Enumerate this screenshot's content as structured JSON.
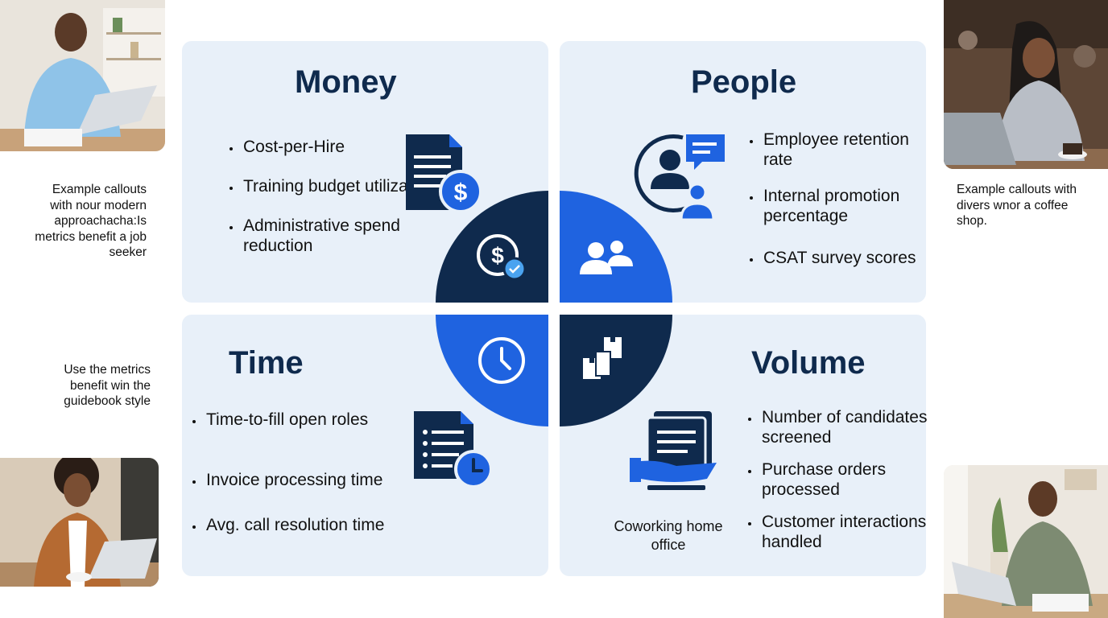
{
  "side_notes": {
    "left_1": "Example callouts with nour modern approachacha:Is metrics benefit a job seeker",
    "left_2": "Use the metrics benefit win the guidebook style",
    "right_1": "Example callouts with divers wnor a coffee shop."
  },
  "quadrants": {
    "money": {
      "title": "Money",
      "items": [
        "Cost-per-Hire",
        "Training budget utilization",
        "Administrative spend reduction"
      ]
    },
    "people": {
      "title": "People",
      "items": [
        "Employee retention rate",
        "Internal promotion percentage",
        "CSAT survey scores"
      ]
    },
    "time": {
      "title": "Time",
      "items": [
        "Time-to-fill open roles",
        "Invoice processing time",
        "Avg. call resolution time"
      ]
    },
    "volume": {
      "title": "Volume",
      "items": [
        "Number of candidates screened",
        "Purchase orders processed",
        "Customer interactions handled"
      ],
      "caption": "Coworking home office"
    }
  },
  "colors": {
    "navy": "#0f2a4d",
    "blue": "#1f63e0",
    "panel": "#e8f0f9",
    "light_blue": "#4aa3f0"
  },
  "icons": [
    "doc-dollar-icon",
    "people-chat-icon",
    "doc-clock-icon",
    "hand-docs-icon",
    "dollar-coin-icon",
    "user-group-icon",
    "clock-icon",
    "boxes-icon"
  ]
}
